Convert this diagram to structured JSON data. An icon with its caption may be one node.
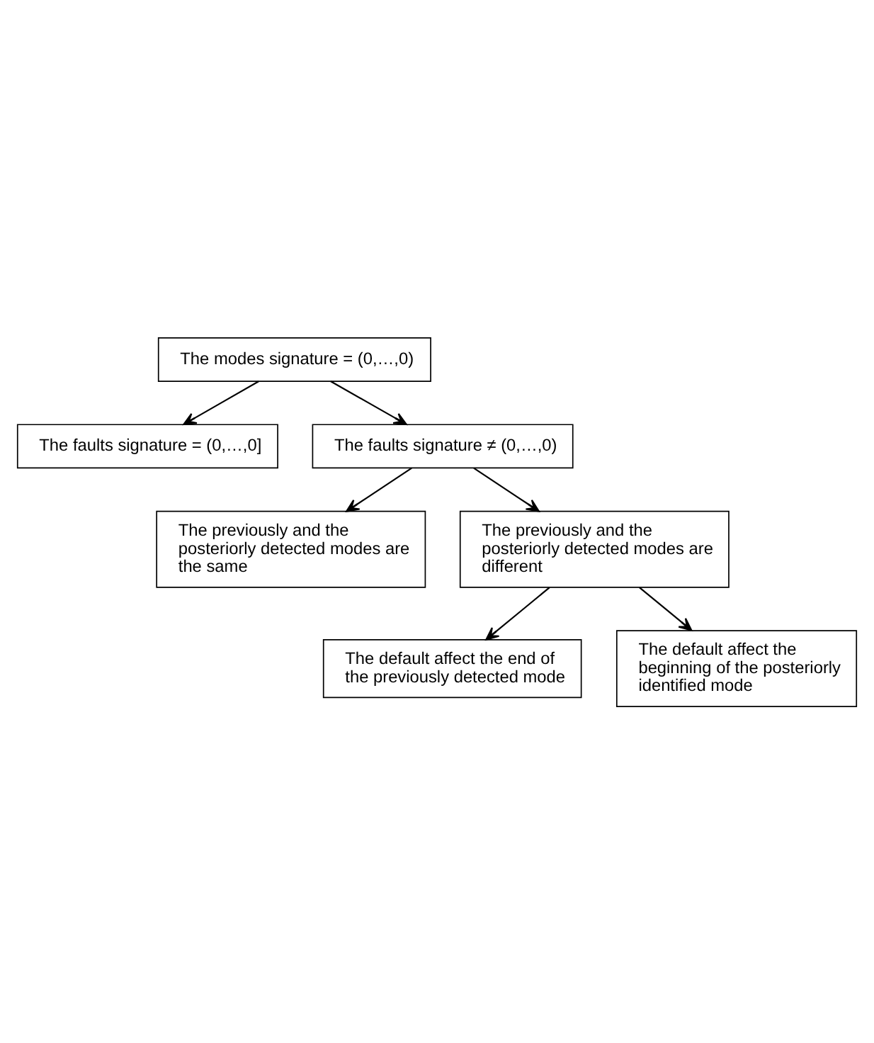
{
  "diagram": {
    "nodes": [
      {
        "text": [
          "The modes signature = (0,…,0)"
        ]
      },
      {
        "text": [
          "The faults signature = (0,…,0]"
        ]
      },
      {
        "text": [
          "The faults signature ≠ (0,…,0)"
        ]
      },
      {
        "text": [
          "The previously and the posteriorly detected modes are the same"
        ]
      },
      {
        "text": [
          "The previously and the posteriorly detected modes are different"
        ]
      },
      {
        "text": [
          "The default affect the end of the previously detected mode"
        ]
      },
      {
        "text": [
          "The default affect the beginning of the posteriorly identified mode"
        ]
      }
    ],
    "edges": [
      {
        "from": 0,
        "to": 1,
        "arrow": "to"
      },
      {
        "from": 0,
        "to": 2,
        "arrow": "to"
      },
      {
        "from": 2,
        "to": 3,
        "arrow": "to"
      },
      {
        "from": 2,
        "to": 4,
        "arrow": "to"
      },
      {
        "from": 4,
        "to": 5,
        "arrow": "to"
      },
      {
        "from": 4,
        "to": 6,
        "arrow": "to"
      }
    ]
  }
}
